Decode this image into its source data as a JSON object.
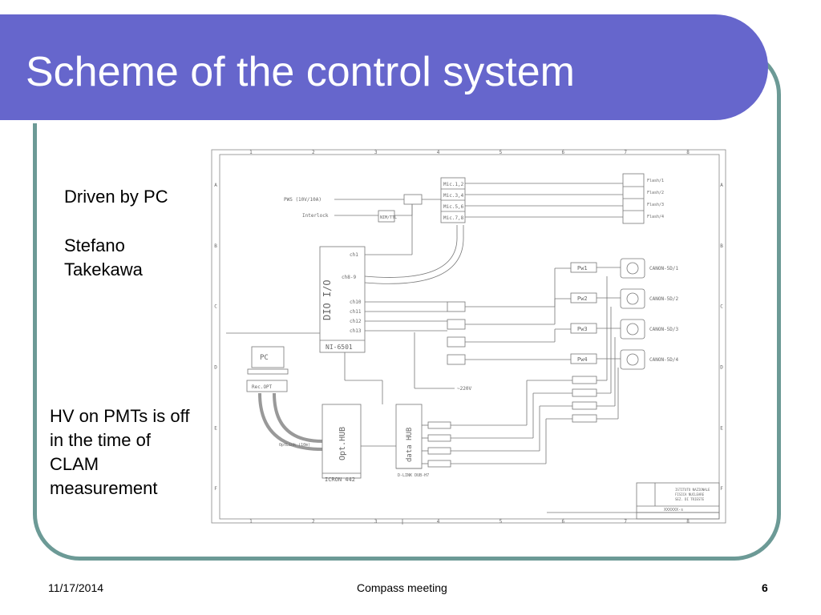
{
  "slide": {
    "title": "Scheme of the control system",
    "body_lines": [
      "Driven by PC",
      "Stefano Takekawa",
      "HV on PMTs is off in the time of CLAM measurement"
    ]
  },
  "drawing": {
    "col_numbers": [
      "1",
      "2",
      "3",
      "4",
      "5",
      "6",
      "7",
      "8"
    ],
    "row_letters": [
      "A",
      "B",
      "C",
      "D",
      "E",
      "F"
    ],
    "labels": {
      "pws": "PWS (10V/10A)",
      "interlock": "Interlock",
      "nim": "NIM/TTL",
      "mic_boxes": [
        "Mic.1,2",
        "Mic.3,4",
        "Mic.5,6",
        "Mic.7,8"
      ],
      "flash": [
        "Flash/1",
        "Flash/2",
        "Flash/3",
        "Flash/4"
      ],
      "dio": "DIO I/O",
      "dio_model": "NI-6501",
      "ch1": "ch1",
      "ch8_9": "ch8-9",
      "ch_list": [
        "ch10",
        "ch11",
        "ch12",
        "ch13"
      ],
      "pw": [
        "Pw1",
        "Pw2",
        "Pw3",
        "Pw4"
      ],
      "canon": [
        "CANON-5D/1",
        "CANON-5D/2",
        "CANON-5D/3",
        "CANON-5D/4"
      ],
      "pc": "PC",
      "rec": "Rec.OPT",
      "opt_link": "OptLink (10m)",
      "opt_hub": "Opt.HUB",
      "icron": "ICRON 442",
      "usb_hub": "data HUB",
      "dlink": "D-LINK DUB-H7",
      "v220": "~220V",
      "tb_line1": "ISTITUTO NAZIONALE",
      "tb_line2": "FISICA NUCLEARE",
      "tb_line3": "SEZ. DI TRIESTE",
      "tb_code": "XXXXXX-s"
    }
  },
  "footer": {
    "date": "11/17/2014",
    "center": "Compass meeting",
    "page": "6"
  }
}
